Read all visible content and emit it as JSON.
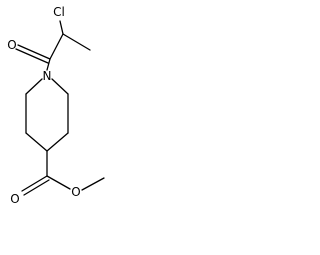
{
  "atoms": {
    "chlorine": "Cl",
    "carbonyl_oxygen": "O",
    "nitrogen": "N",
    "ester_carbonyl_oxygen": "O",
    "ester_oxygen": "O"
  },
  "colors": {
    "bond": "#000000",
    "background": "#ffffff"
  }
}
